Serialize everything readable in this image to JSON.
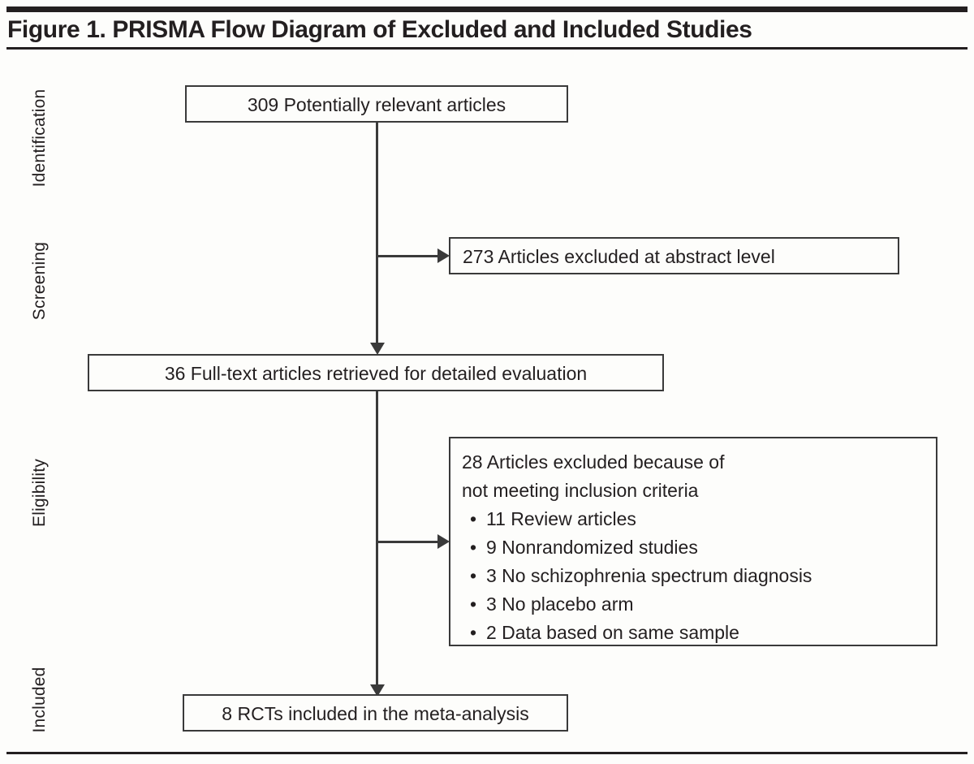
{
  "figure": {
    "title": "Figure 1. PRISMA Flow Diagram of Excluded and Included Studies",
    "accent_color": "#231f20",
    "line_color": "#3a3a3a",
    "background_color": "#fdfdfb"
  },
  "stages": [
    {
      "label": "Identification"
    },
    {
      "label": "Screening"
    },
    {
      "label": "Eligibility"
    },
    {
      "label": "Included"
    }
  ],
  "nodes": {
    "identified": {
      "text": "309 Potentially relevant articles",
      "count": 309
    },
    "excluded_abstract": {
      "text": "273 Articles excluded at abstract level",
      "count": 273
    },
    "fulltext": {
      "text": "36 Full-text articles retrieved for detailed evaluation",
      "count": 36
    },
    "excluded_fulltext": {
      "line1": "28 Articles excluded because of",
      "line2": "not meeting inclusion criteria",
      "count": 28,
      "reasons": [
        {
          "text": "11 Review articles",
          "count": 11
        },
        {
          "text": "9 Nonrandomized studies",
          "count": 9
        },
        {
          "text": "3 No schizophrenia spectrum diagnosis",
          "count": 3
        },
        {
          "text": "3 No placebo arm",
          "count": 3
        },
        {
          "text": "2 Data based on same sample",
          "count": 2
        }
      ]
    },
    "included": {
      "text": "8 RCTs included in the meta-analysis",
      "count": 8
    }
  }
}
